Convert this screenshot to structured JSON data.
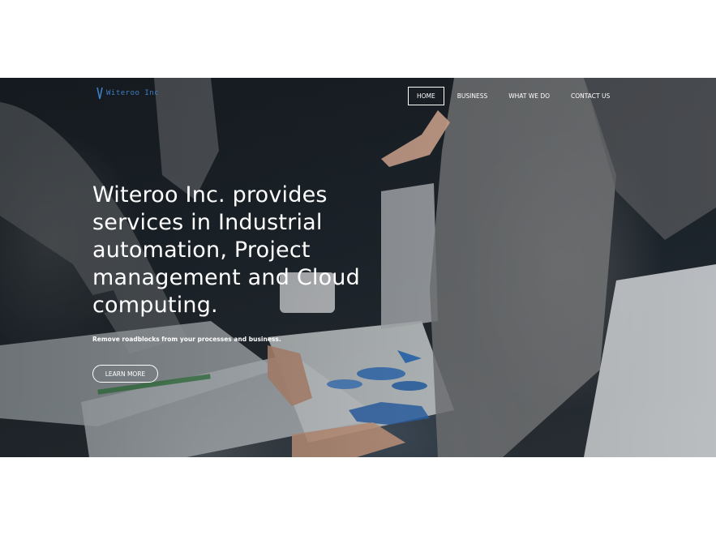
{
  "brand": {
    "name": "Witeroo Inc"
  },
  "nav": {
    "items": [
      {
        "label": "HOME",
        "active": true
      },
      {
        "label": "BUSINESS",
        "active": false
      },
      {
        "label": "WHAT WE DO",
        "active": false
      },
      {
        "label": "CONTACT US",
        "active": false
      }
    ]
  },
  "hero": {
    "headline": "Witeroo Inc. provides services in Industrial automation, Project management and Cloud computing.",
    "subline": "Remove roadblocks from your processes and business.",
    "cta_label": "LEARN MORE"
  },
  "colors": {
    "brand_blue": "#3f7fc4",
    "text": "#ffffff",
    "page_bg": "#ffffff"
  }
}
